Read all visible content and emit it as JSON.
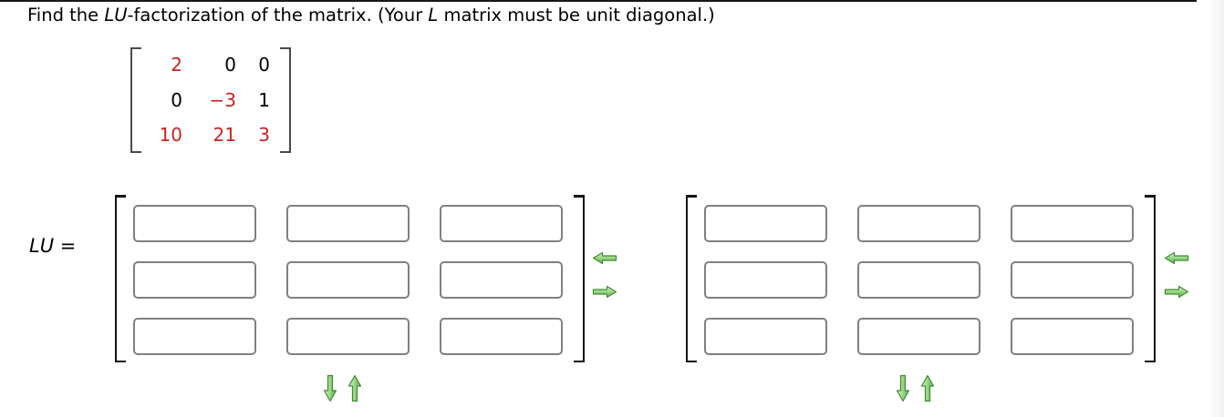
{
  "title": {
    "segments": [
      {
        "text": "Find the ",
        "italic": false
      },
      {
        "text": "LU",
        "italic": true
      },
      {
        "text": "-factorization of the matrix. (Your ",
        "italic": false
      },
      {
        "text": "L",
        "italic": true
      },
      {
        "text": " matrix must be unit diagonal.)",
        "italic": false
      }
    ]
  },
  "given_matrix": {
    "rows": [
      [
        {
          "value": "2",
          "color": "#cc2222"
        },
        {
          "value": "0",
          "color": "#000000"
        },
        {
          "value": "0",
          "color": "#000000"
        }
      ],
      [
        {
          "value": "0",
          "color": "#000000"
        },
        {
          "value": "−3",
          "color": "#cc2222"
        },
        {
          "value": "1",
          "color": "#000000"
        }
      ],
      [
        {
          "value": "10",
          "color": "#cc2222"
        },
        {
          "value": "21",
          "color": "#cc2222"
        },
        {
          "value": "3",
          "color": "#cc2222"
        }
      ]
    ]
  },
  "equation": {
    "lhs": "LU",
    "rest": " ="
  },
  "answer_matrices": [
    {
      "label": "L-U-product-entry-1",
      "cells": [
        [
          "",
          "",
          ""
        ],
        [
          "",
          "",
          ""
        ],
        [
          "",
          "",
          ""
        ]
      ]
    },
    {
      "label": "L-U-product-entry-2",
      "cells": [
        [
          "",
          "",
          ""
        ],
        [
          "",
          "",
          ""
        ],
        [
          "",
          "",
          ""
        ]
      ]
    }
  ],
  "icons": {
    "left_arrow": "left-arrow-icon",
    "right_arrow": "right-arrow-icon",
    "down_arrow": "down-arrow-icon",
    "up_arrow": "up-arrow-icon"
  },
  "colors": {
    "number_red": "#cc2222",
    "number_black": "#000000",
    "arrow_fill_light": "#e2f4d8",
    "arrow_fill_mid": "#9ed98a",
    "arrow_fill_dark": "#5fae4c",
    "arrow_border": "#3e8c33",
    "input_border": "#808080",
    "bracket_answer": "#151515",
    "bracket_given": "#4a4a4a"
  }
}
